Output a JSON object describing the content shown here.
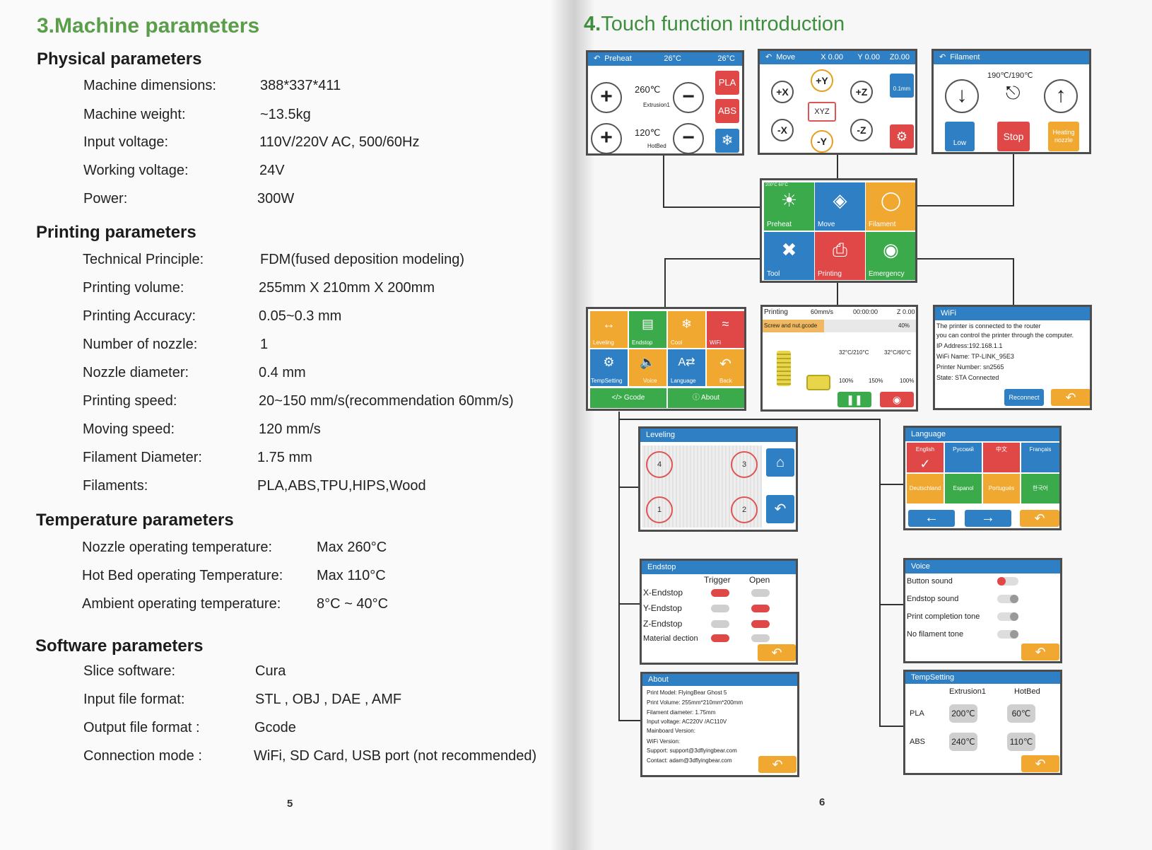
{
  "left": {
    "title": "3.Machine parameters",
    "sections": [
      {
        "heading": "Physical parameters",
        "rows": [
          {
            "label": "Machine dimensions:",
            "value": "388*337*411"
          },
          {
            "label": "Machine weight:",
            "value": "~13.5kg"
          },
          {
            "label": "Input voltage:",
            "value": "110V/220V AC, 500/60Hz"
          },
          {
            "label": "Working voltage:",
            "value": "24V"
          },
          {
            "label": "Power:",
            "value": "300W"
          }
        ]
      },
      {
        "heading": "Printing parameters",
        "rows": [
          {
            "label": "Technical Principle:",
            "value": "FDM(fused deposition modeling)"
          },
          {
            "label": "Printing volume:",
            "value": "255mm X 210mm X 200mm"
          },
          {
            "label": "Printing Accuracy:",
            "value": "0.05~0.3 mm"
          },
          {
            "label": "Number of nozzle:",
            "value": "1"
          },
          {
            "label": "Nozzle diameter:",
            "value": "0.4 mm"
          },
          {
            "label": "Printing speed:",
            "value": "20~150 mm/s(recommendation 60mm/s)"
          },
          {
            "label": "Moving speed:",
            "value": "120 mm/s"
          },
          {
            "label": "Filament Diameter:",
            "value": "1.75 mm"
          },
          {
            "label": "Filaments:",
            "value": "PLA,ABS,TPU,HIPS,Wood"
          }
        ]
      },
      {
        "heading": "Temperature parameters",
        "rows": [
          {
            "label": "Nozzle operating temperature:",
            "value": "Max 260°C"
          },
          {
            "label": "Hot Bed operating Temperature:",
            "value": "Max 110°C"
          },
          {
            "label": "Ambient operating temperature:",
            "value": "8°C  ~ 40°C"
          }
        ]
      },
      {
        "heading": "Software parameters",
        "rows": [
          {
            "label": "Slice software:",
            "value": "Cura"
          },
          {
            "label": "Input file format:",
            "value": "STL , OBJ , DAE , AMF"
          },
          {
            "label": "Output file format :",
            "value": "Gcode"
          },
          {
            "label": "Connection mode :",
            "value": "WiFi, SD Card, USB port (not recommended)"
          }
        ]
      }
    ],
    "page_number": "5"
  },
  "right": {
    "title_num": "4.",
    "title_text": "Touch function introduction",
    "page_number": "6",
    "preheat": {
      "bar": "Preheat",
      "t1": "26°C",
      "t2": "26°C",
      "ext_temp": "260℃",
      "ext_label": "Extrusion1",
      "bed_temp": "120℃",
      "bed_label": "HotBed",
      "pla": "PLA",
      "abs": "ABS"
    },
    "move": {
      "bar": "Move",
      "x": "X 0.00",
      "y": "Y 0.00",
      "z": "Z0.00",
      "py": "+Y",
      "px": "+X",
      "nx": "-X",
      "ny": "-Y",
      "pz": "+Z",
      "nz": "-Z",
      "home": "XYZ",
      "step": "0.1mm"
    },
    "filament": {
      "bar": "Filament",
      "temp": "190℃/190℃",
      "low": "Low",
      "stop": "Stop",
      "heating": "Heating nozzle"
    },
    "main": {
      "temps": "200°C 60°C",
      "tiles": [
        "Preheat",
        "Move",
        "Filament",
        "Tool",
        "Printing",
        "Emergency"
      ]
    },
    "tool": {
      "tiles": [
        "Leveling",
        "Endstop",
        "Cool",
        "WiFi",
        "TempSetting",
        "Voice",
        "Language",
        "Back"
      ],
      "gcode": "</>  Gcode",
      "about": "About"
    },
    "printing": {
      "title": "Printing",
      "speed": "60mm/s",
      "time": "00:00:00",
      "z": "Z 0.00",
      "file": "Screw and nut.gcode",
      "progress": "40%",
      "ext": "32°C/210°C",
      "bed": "32°C/60°C",
      "fan": "100%",
      "spd": "150%",
      "flow": "100%"
    },
    "wifi": {
      "bar": "WiFi",
      "lines": [
        "The printer is connected to the router",
        "you can control the printer through the computer.",
        "IP Address:192.168.1.1",
        "WiFi Name: TP-LINK_95E3",
        "Printer Number: sn2565",
        "State: STA  Connected"
      ],
      "reconnect": "Reconnect"
    },
    "leveling": {
      "bar": "Leveling",
      "points": [
        "4",
        "3",
        "1",
        "2"
      ]
    },
    "language": {
      "bar": "Language",
      "langs": [
        "English",
        "Русский",
        "中文",
        "Français",
        "Deutschland",
        "Espanol",
        "Portugués",
        "한국어"
      ]
    },
    "endstop": {
      "bar": "Endstop",
      "h1": "Trigger",
      "h2": "Open",
      "rows": [
        "X-Endstop",
        "Y-Endstop",
        "Z-Endstop",
        "Material dection"
      ]
    },
    "voice": {
      "bar": "Voice",
      "rows": [
        "Button sound",
        "Endstop sound",
        "Print completion tone",
        "No filament tone"
      ]
    },
    "about": {
      "bar": "About",
      "lines": [
        "Print Model: FlyingBear Ghost 5",
        "Print Volume: 255mm*210mm*200mm",
        "Filament diameter: 1.75mm",
        "Input voltage: AC220V /AC110V",
        "Mainboard Version:",
        "WiFi Version:",
        "Support: support@3dflyingbear.com",
        "Contact: adam@3dflyingbear.com"
      ]
    },
    "tempsetting": {
      "bar": "TempSetting",
      "h1": "Extrusion1",
      "h2": "HotBed",
      "r1": "PLA",
      "r2": "ABS",
      "pla_e": "200℃",
      "pla_b": "60℃",
      "abs_e": "240℃",
      "abs_b": "110℃"
    }
  }
}
